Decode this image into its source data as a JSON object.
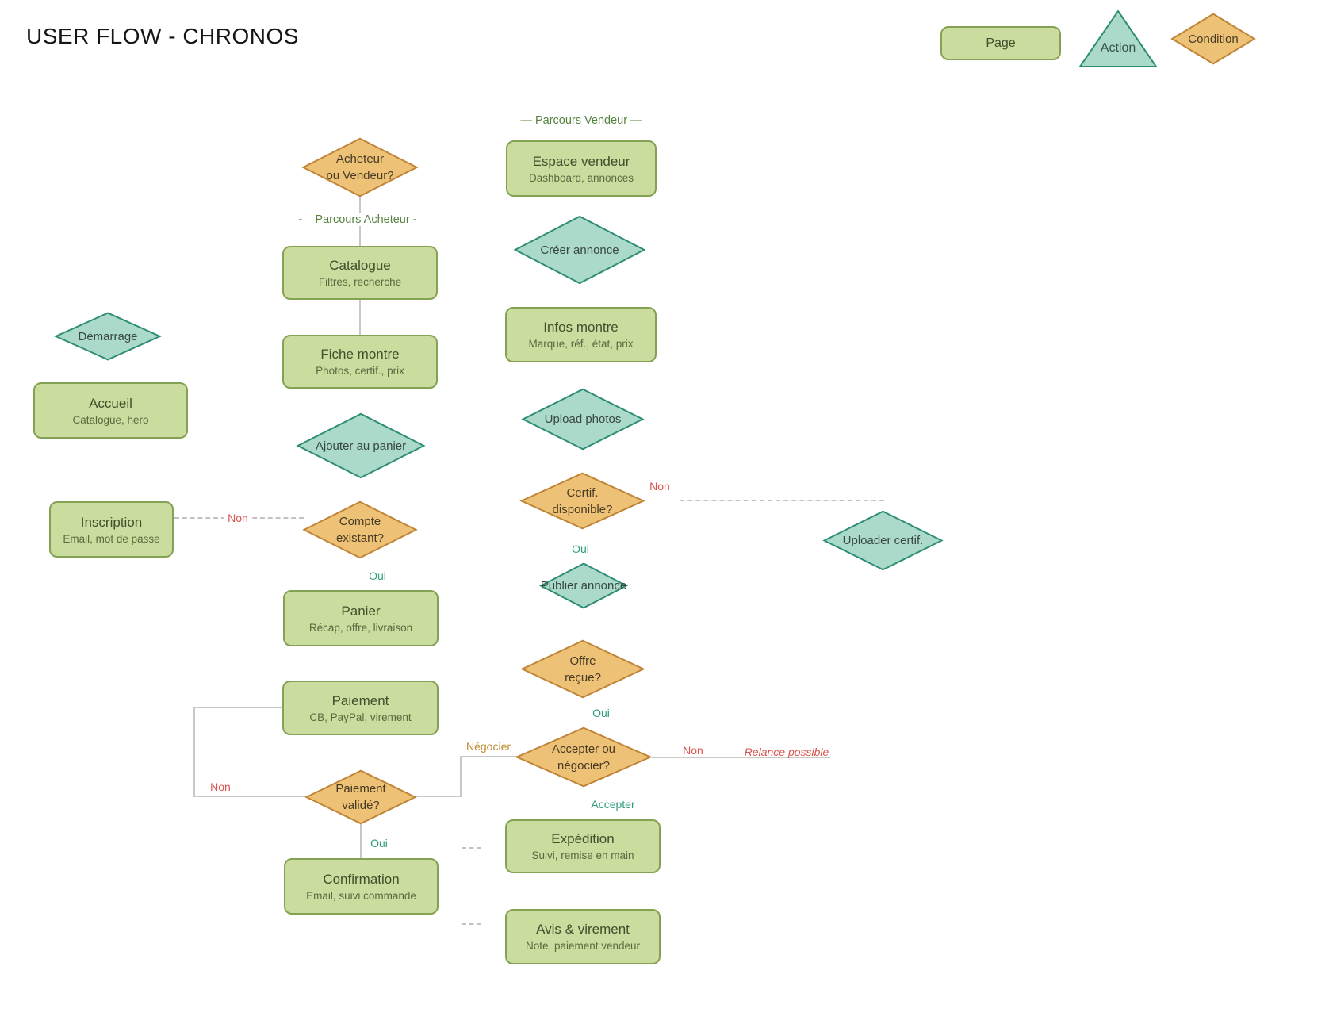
{
  "title": "USER FLOW - CHRONOS",
  "legend": {
    "page": "Page",
    "action": "Action",
    "condition": "Condition"
  },
  "sections": {
    "buyer": "-    Parcours Acheteur -",
    "vendor": "— Parcours Vendeur —"
  },
  "nodes": {
    "acheteur_vendeur": {
      "line1": "Acheteur",
      "line2": "ou Vendeur?"
    },
    "demarrage": {
      "label": "Démarrage"
    },
    "accueil": {
      "title": "Accueil",
      "subtitle": "Catalogue, hero"
    },
    "catalogue": {
      "title": "Catalogue",
      "subtitle": "Filtres, recherche"
    },
    "fiche_montre": {
      "title": "Fiche montre",
      "subtitle": "Photos, certif., prix"
    },
    "ajouter_panier": {
      "label": "Ajouter au panier"
    },
    "inscription": {
      "title": "Inscription",
      "subtitle": "Email, mot de passe"
    },
    "compte_existant": {
      "line1": "Compte",
      "line2": "existant?"
    },
    "panier": {
      "title": "Panier",
      "subtitle": "Récap, offre, livraison"
    },
    "paiement": {
      "title": "Paiement",
      "subtitle": "CB, PayPal, virement"
    },
    "paiement_valide": {
      "line1": "Paiement",
      "line2": "validé?"
    },
    "confirmation": {
      "title": "Confirmation",
      "subtitle": "Email, suivi commande"
    },
    "espace_vendeur": {
      "title": "Espace vendeur",
      "subtitle": "Dashboard, annonces"
    },
    "creer_annonce": {
      "label": "Créer annonce"
    },
    "infos_montre": {
      "title": "Infos montre",
      "subtitle": "Marque, réf., état, prix"
    },
    "upload_photos": {
      "label": "Upload photos"
    },
    "certif_disponible": {
      "line1": "Certif.",
      "line2": "disponible?"
    },
    "uploader_certif": {
      "label": "Uploader certif."
    },
    "publier_annonce": {
      "label": "Publier annonce"
    },
    "offre_recue": {
      "line1": "Offre",
      "line2": "reçue?"
    },
    "accepter_negocier": {
      "line1": "Accepter ou",
      "line2": "négocier?"
    },
    "expedition": {
      "title": "Expédition",
      "subtitle": "Suivi, remise en main"
    },
    "avis_virement": {
      "title": "Avis & virement",
      "subtitle": "Note, paiement vendeur"
    }
  },
  "edge_labels": {
    "non_inscription": "Non",
    "oui_compte": "Oui",
    "non_paiement": "Non",
    "oui_paiement": "Oui",
    "non_certif": "Non",
    "oui_certif": "Oui",
    "oui_offre": "Oui",
    "negocier": "Négocier",
    "non_offre": "Non",
    "relance_possible": "Relance possible",
    "accepter": "Accepter"
  },
  "palette": {
    "page_fill": "#cbdc9f",
    "page_border": "#84a254",
    "action_fill": "#abdacb",
    "action_border": "#2e8d76",
    "condition_fill": "#edc276",
    "condition_border": "#c08437",
    "connector": "#c9c9c3",
    "label_yes": "#2f9c7d",
    "label_no": "#d9534f",
    "label_negotiate": "#bf8b2e",
    "section_label": "#55823f"
  }
}
